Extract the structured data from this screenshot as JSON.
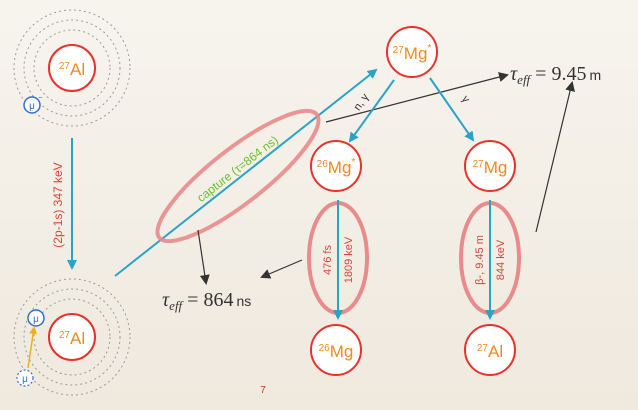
{
  "nuclei": {
    "al27_top": {
      "mass": "27",
      "symbol": "Al"
    },
    "al27_bottom": {
      "mass": "27",
      "symbol": "Al"
    },
    "mg27_star": {
      "mass": "27",
      "symbol": "Mg",
      "excited": "*"
    },
    "mg26_star": {
      "mass": "26",
      "symbol": "Mg",
      "excited": "*"
    },
    "mg27": {
      "mass": "27",
      "symbol": "Mg"
    },
    "mg26": {
      "mass": "26",
      "symbol": "Mg"
    },
    "al27_decay": {
      "mass": "27",
      "symbol": "Al"
    }
  },
  "muon_symbol": "μ",
  "muon_charge": "−",
  "transition_label": "(2p-1s) 347 keV",
  "capture_label": "capture (τ=864 ns)",
  "n_gamma_label": "n, γ",
  "gamma_label": "γ",
  "decay_mg26": {
    "line1": "476 fs",
    "line2": "1809 keV"
  },
  "decay_mg27": {
    "line1": "β-, 9.45 m",
    "line2": "844 keV"
  },
  "tau_eff_capture": {
    "symbol": "τ",
    "sub": "eff",
    "eq": " = 864",
    "unit": "ns"
  },
  "tau_eff_beta": {
    "symbol": "τ",
    "sub": "eff",
    "eq": " = 9.45",
    "unit": "m"
  },
  "page_number": "7",
  "colors": {
    "nucleus_ring": "#e8322a",
    "symbol_text": "#f08a1e",
    "arrow_blue": "#2aa3c8",
    "label_red": "#d9453b",
    "capture_green": "#6bbf2a",
    "ellipse_pink": "#e98b8b"
  }
}
